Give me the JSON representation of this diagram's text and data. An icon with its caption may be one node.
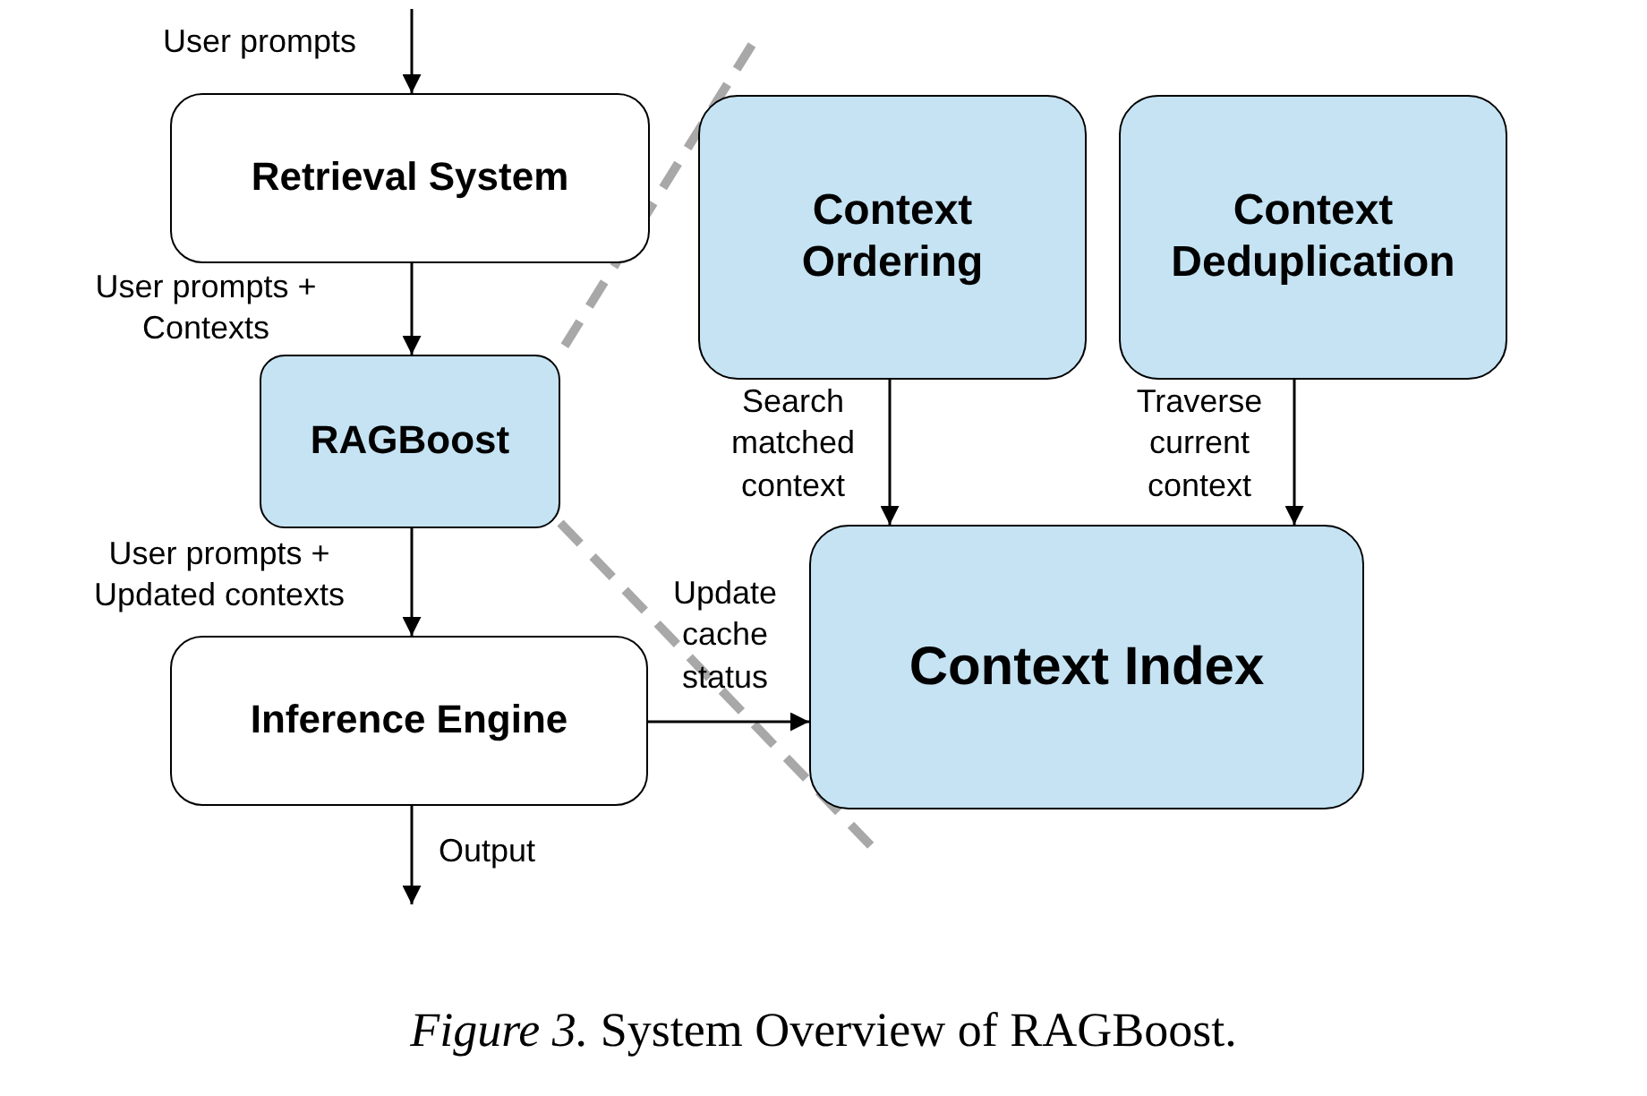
{
  "diagram": {
    "caption": "*Figure 3.* System Overview of RAGBoost.",
    "nodes": [
      {
        "text": [
          "Retrieval System"
        ]
      },
      {
        "text": [
          "RAGBoost"
        ]
      },
      {
        "text": [
          "Inference Engine"
        ]
      },
      {
        "text": [
          "Context Ordering"
        ]
      },
      {
        "text": [
          "Context Deduplication"
        ]
      },
      {
        "text": [
          "Context Index"
        ]
      }
    ],
    "edges": [
      {
        "from": null,
        "to": 0,
        "arrow": "to",
        "label": "User prompts"
      },
      {
        "from": 0,
        "to": 1,
        "arrow": "to",
        "label": "User prompts + Contexts"
      },
      {
        "from": 1,
        "to": 2,
        "arrow": "to",
        "label": "User prompts + Updated contexts"
      },
      {
        "from": 2,
        "to": null,
        "arrow": "to",
        "label": "Output"
      },
      {
        "from": 2,
        "to": 5,
        "arrow": "to",
        "label": "Update cache status"
      },
      {
        "from": 3,
        "to": 5,
        "arrow": "to",
        "label": "Search matched context"
      },
      {
        "from": 4,
        "to": 5,
        "arrow": "to",
        "label": "Traverse current context"
      }
    ]
  }
}
